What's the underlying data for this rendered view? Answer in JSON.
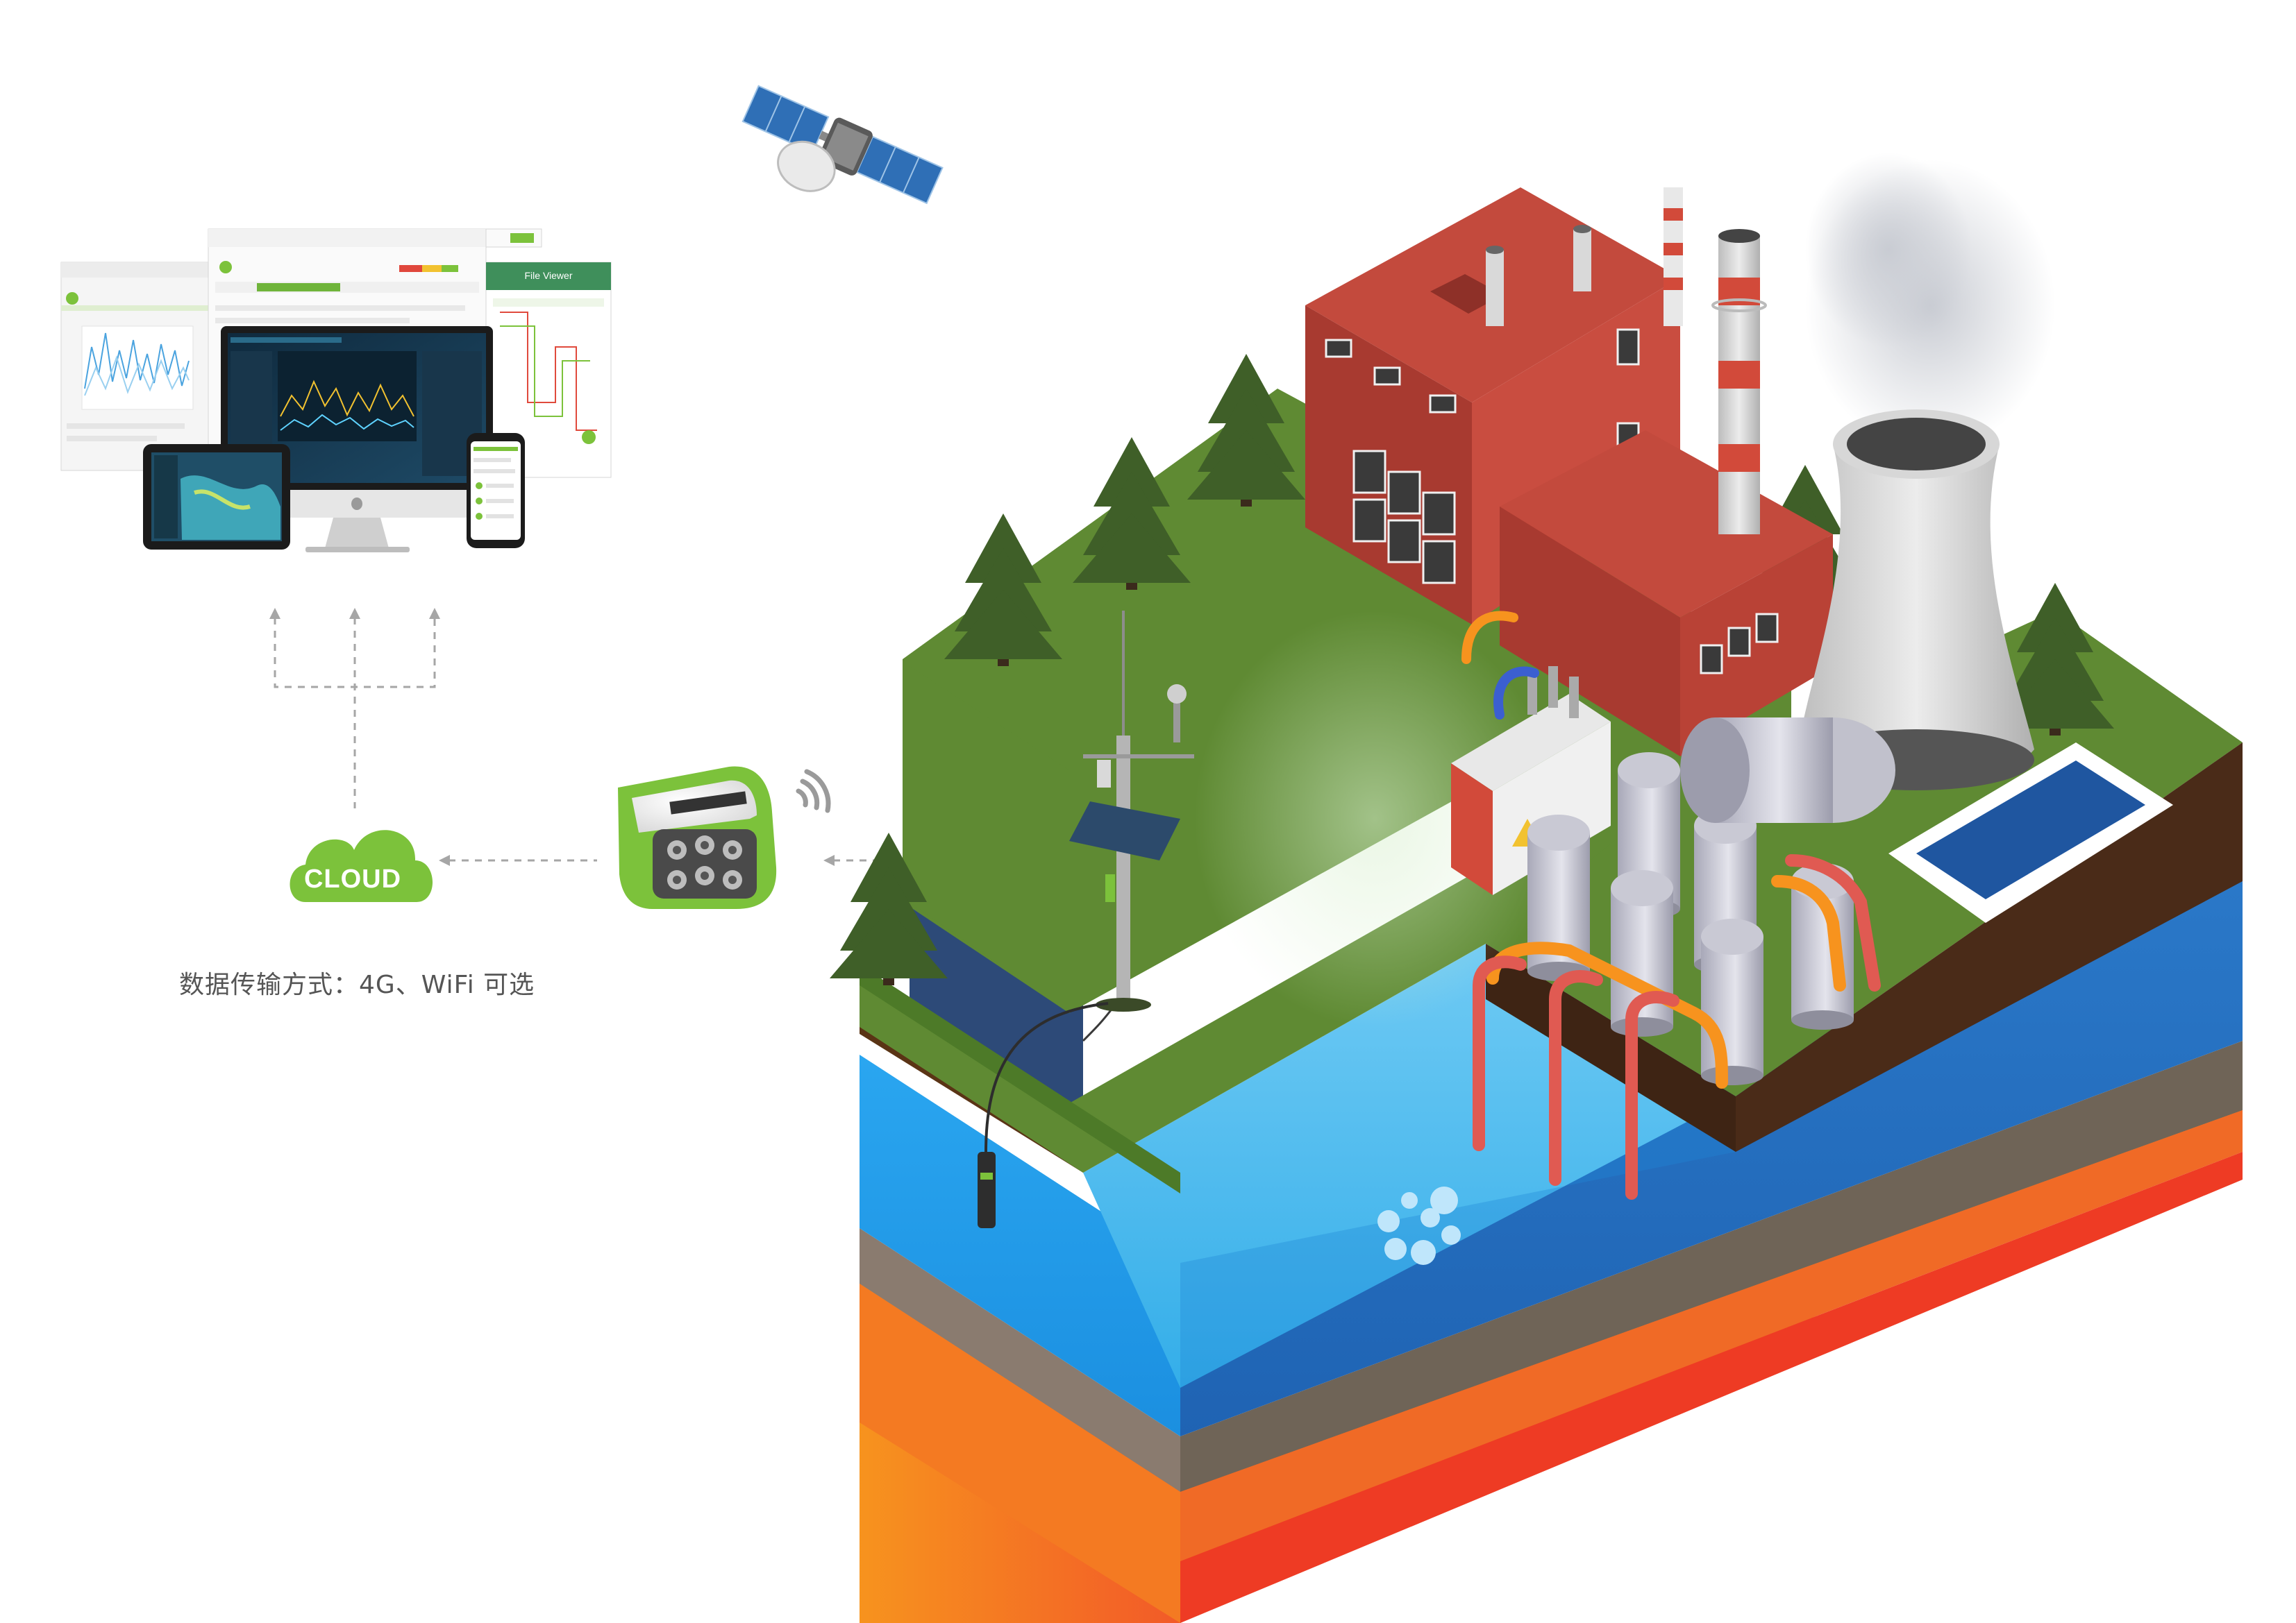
{
  "cloud": {
    "label": "CLOUD"
  },
  "caption": {
    "text": "数据传输方式：4G、WiFi 可选"
  },
  "dashboard": {
    "file_viewer_title": "File Viewer"
  },
  "colors": {
    "brand_green": "#7cc23b",
    "grass_top": "#5f8a33",
    "brick_red": "#b8423a",
    "water_blue": "#4db8ee",
    "strata_blue": "#2a7ec8",
    "strata_orange": "#f08a2a",
    "strata_gray": "#8a7b6f"
  }
}
